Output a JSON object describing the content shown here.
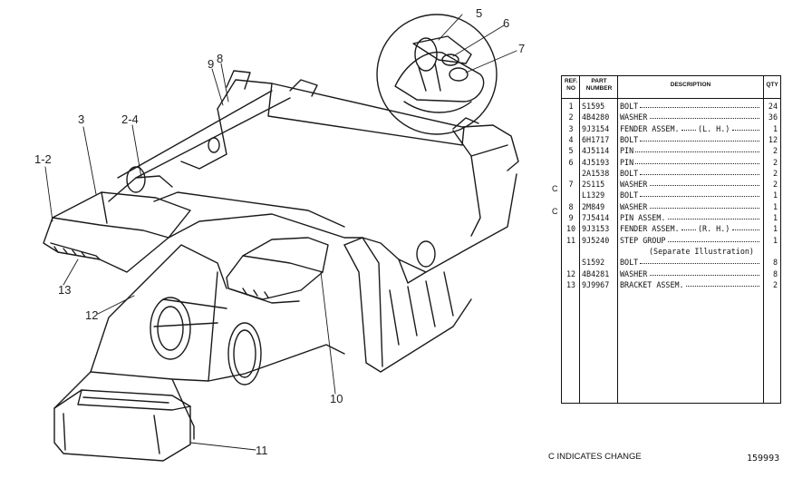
{
  "diagram": {
    "callouts": [
      {
        "id": "c5",
        "label": "5"
      },
      {
        "id": "c6",
        "label": "6"
      },
      {
        "id": "c7",
        "label": "7"
      },
      {
        "id": "c9",
        "label": "9"
      },
      {
        "id": "c8",
        "label": "8"
      },
      {
        "id": "c3",
        "label": "3"
      },
      {
        "id": "c24",
        "label": "2-4"
      },
      {
        "id": "c12a",
        "label": "1-2"
      },
      {
        "id": "c13",
        "label": "13"
      },
      {
        "id": "c12",
        "label": "12"
      },
      {
        "id": "c10",
        "label": "10"
      },
      {
        "id": "c11",
        "label": "11"
      }
    ]
  },
  "table": {
    "headers": {
      "ref": "REF. NO",
      "part": "PART NUMBER",
      "desc": "DESCRIPTION",
      "qty": "QTY"
    },
    "rows": [
      {
        "ref": "1",
        "part": "S1595",
        "desc": "BOLT",
        "qty": "24"
      },
      {
        "ref": "2",
        "part": "4B4280",
        "desc": "WASHER",
        "qty": "36"
      },
      {
        "ref": "3",
        "part": "9J3154",
        "desc": "FENDER ASSEM.",
        "note": "(L. H.)",
        "qty": "1"
      },
      {
        "ref": "4",
        "part": "6H1717",
        "desc": "BOLT",
        "qty": "12"
      },
      {
        "ref": "5",
        "part": "4J5114",
        "desc": "PIN",
        "qty": "2"
      },
      {
        "ref": "6",
        "part": "4J5193",
        "desc": "PIN",
        "qty": "2"
      },
      {
        "ref": "",
        "part": "2A1538",
        "desc": "BOLT",
        "qty": "2"
      },
      {
        "ref": "7",
        "part": "2S115",
        "desc": "WASHER",
        "qty": "2"
      },
      {
        "ref": "",
        "part": "L1329",
        "desc": "BOLT",
        "qty": "1"
      },
      {
        "ref": "8",
        "part": "2M849",
        "desc": "WASHER",
        "qty": "1"
      },
      {
        "ref": "9",
        "part": "7J5414",
        "desc": "PIN ASSEM.",
        "qty": "1"
      },
      {
        "ref": "10",
        "part": "9J3153",
        "desc": "FENDER ASSEM.",
        "note": "(R. H.)",
        "qty": "1"
      },
      {
        "ref": "11",
        "part": "9J5240",
        "desc": "STEP GROUP",
        "qty": "1"
      },
      {
        "ref": "",
        "part": "",
        "desc": "(Separate Illustration)",
        "qty": ""
      },
      {
        "ref": "",
        "part": "S1592",
        "desc": "BOLT",
        "qty": "8"
      },
      {
        "ref": "12",
        "part": "4B4281",
        "desc": "WASHER",
        "qty": "8"
      },
      {
        "ref": "13",
        "part": "9J9967",
        "desc": "BRACKET ASSEM.",
        "qty": "2"
      }
    ],
    "change_marks": [
      "C",
      "C"
    ]
  },
  "legend": "C INDICATES CHANGE",
  "drawing_number": "159993"
}
